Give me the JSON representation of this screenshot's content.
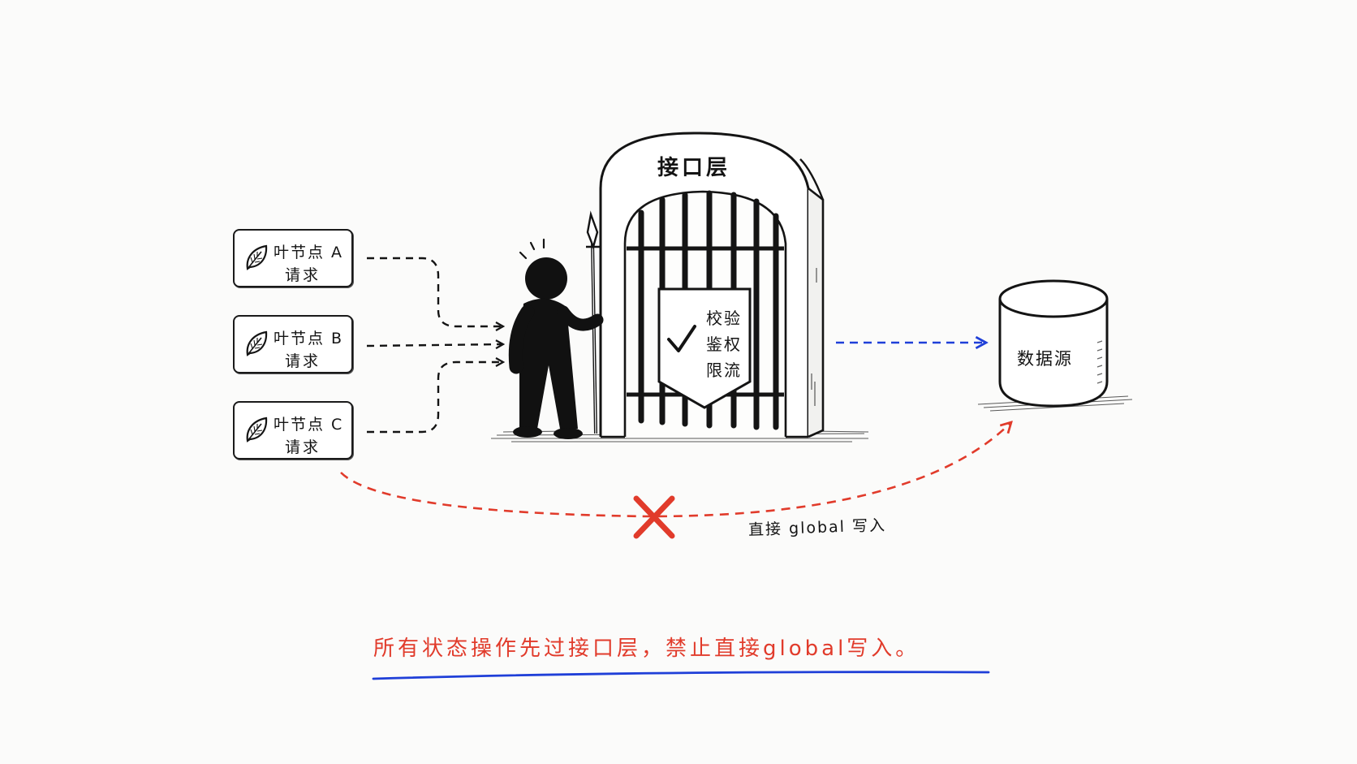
{
  "gate": {
    "title": "接口层"
  },
  "shield": {
    "lines": [
      "校验",
      "鉴权",
      "限流"
    ]
  },
  "leaf_nodes": [
    {
      "line1": "叶节点 A",
      "line2": "请求"
    },
    {
      "line1": "叶节点 B",
      "line2": "请求"
    },
    {
      "line1": "叶节点 C",
      "line2": "请求"
    }
  ],
  "datasource": {
    "label": "数据源"
  },
  "bypass": {
    "label": "直接 global 写入"
  },
  "footer": {
    "text": "所有状态操作先过接口层，禁止直接global写入。"
  },
  "icons": {
    "leaf": "leaf-icon",
    "check": "check-icon",
    "cross": "cross-icon",
    "guard": "guard-figure-icon",
    "spear": "spear-icon",
    "gate": "gate-icon",
    "database": "database-cylinder-icon"
  },
  "colors": {
    "ink": "#141414",
    "allowed_path": "#1f3fd8",
    "forbidden_path": "#e13b2b",
    "underline": "#1f3fd8",
    "footer_text": "#e13b2b"
  }
}
